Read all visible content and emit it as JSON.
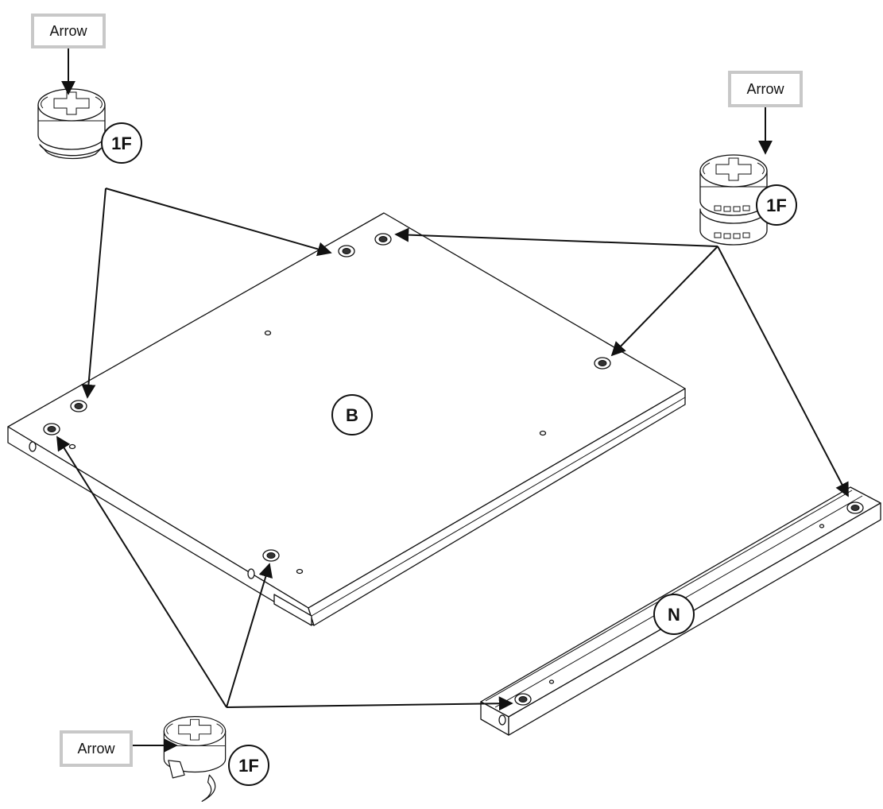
{
  "colors": {
    "line": "#111111",
    "callout_border": "#c8c8c8",
    "background": "#ffffff"
  },
  "callouts": {
    "top_left": "Arrow",
    "top_right": "Arrow",
    "bottom_left": "Arrow"
  },
  "badges": {
    "cam_top_left": "1F",
    "cam_top_right": "1F",
    "cam_bottom_left": "1F",
    "panel_b": "B",
    "rail_n": "N"
  }
}
